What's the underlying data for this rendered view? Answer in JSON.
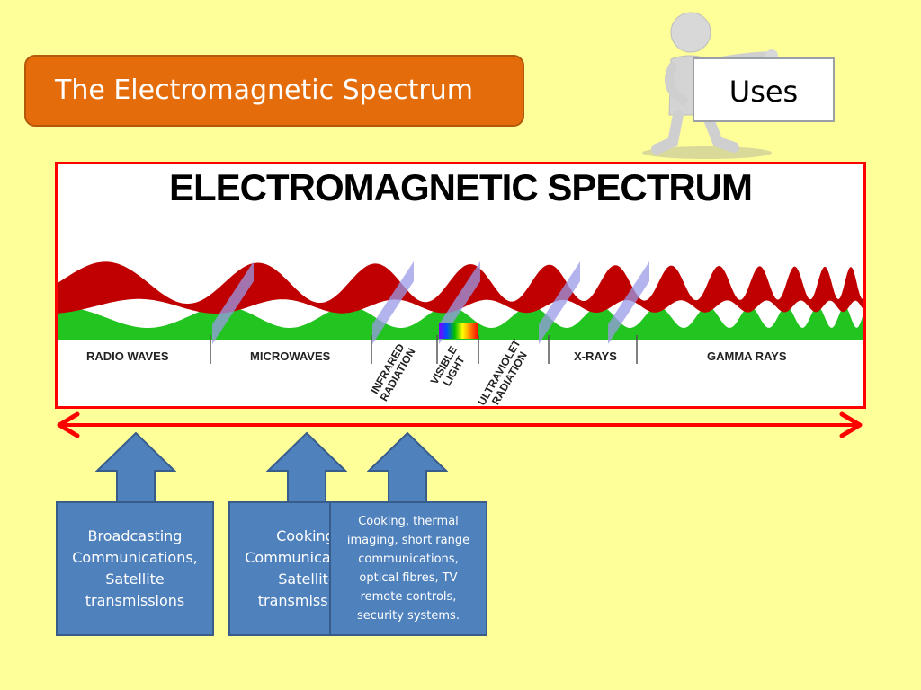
{
  "slide": {
    "title": "The Electromagnetic Spectrum",
    "sign_label": "Uses"
  },
  "spectrum": {
    "heading": "ELECTROMAGNETIC SPECTRUM",
    "bands": [
      {
        "label": "RADIO WAVES"
      },
      {
        "label": "MICROWAVES"
      },
      {
        "label": "INFRARED\nRADIATION"
      },
      {
        "label": "VISIBLE\nLIGHT"
      },
      {
        "label": "ULTRAVIOLET\nRADIATION"
      },
      {
        "label": "X-RAYS"
      },
      {
        "label": "GAMMA RAYS"
      }
    ]
  },
  "uses": [
    {
      "text": "Broadcasting Communications, Satellite transmissions"
    },
    {
      "text": "Cooking, Communications, Satellite transmissions"
    },
    {
      "text": "Cooking, thermal imaging, short range communications, optical fibres, TV remote controls, security systems."
    }
  ],
  "colors": {
    "background": "#ffff99",
    "title_fill": "#e46c0a",
    "frame_border": "#ff0000",
    "arrow_red": "#ff0000",
    "box_blue": "#4f81bd",
    "wave_red": "#c00000",
    "wave_green": "#22c41f"
  }
}
